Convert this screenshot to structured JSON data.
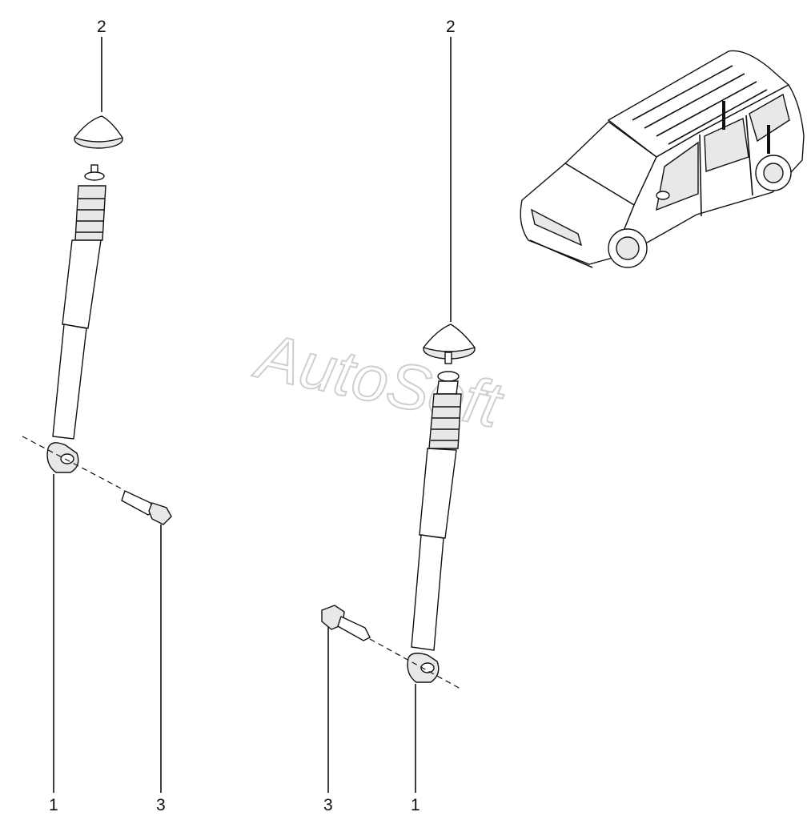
{
  "watermark": "AutoSoft",
  "callouts": {
    "left_cap": "2",
    "right_cap": "2",
    "left_absorber": "1",
    "left_bolt": "3",
    "right_bolt": "3",
    "right_absorber": "1"
  }
}
